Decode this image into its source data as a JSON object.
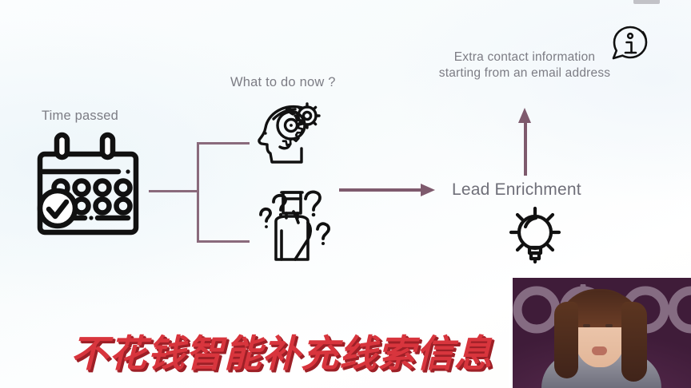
{
  "slide": {
    "background_color": "#fbfdfe",
    "accent_color": "#8a6a7c",
    "text_color": "#7c7c84",
    "labels": {
      "time_passed": "Time passed",
      "what_to_do": "What to do now ?",
      "extra_contact": "Extra contact information starting from an email address",
      "lead_enrichment": "Lead Enrichment"
    },
    "icons": {
      "calendar": "calendar-check-icon",
      "head_gears": "head-with-gears-icon",
      "person_questions": "confused-person-questions-icon",
      "lightbulb": "lightbulb-idea-icon",
      "info_bubble": "info-speech-bubble-icon"
    },
    "connectors": {
      "bracket": "bracket-splitter",
      "arrow_right": "arrow-right-to-lead-enrichment",
      "arrow_up": "arrow-up-to-extra-contact"
    }
  },
  "subtitle": {
    "text": "不花钱智能补充线索信息",
    "color": "#d8353d",
    "outline_color": "#ffffff"
  },
  "pip": {
    "brand_logo": "odoo",
    "speaker": "presenter-video",
    "background_color": "#4a2344"
  }
}
